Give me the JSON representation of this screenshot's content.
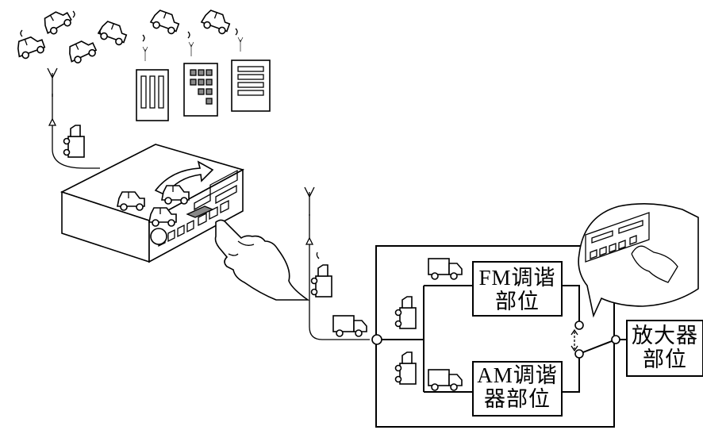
{
  "blocks": {
    "fm_tuner": [
      "FM调谐",
      "部位"
    ],
    "am_tuner": [
      "AM调谐",
      "器部位"
    ],
    "amplifier": [
      "放大器",
      "部位"
    ]
  },
  "icons": [
    "truck-icon",
    "car-icon",
    "antenna-icon",
    "building-icon",
    "radio-unit-icon",
    "hand-icon",
    "switch-icon"
  ],
  "colors": {
    "line": "#000000",
    "background": "#ffffff",
    "shade": "#888888"
  }
}
